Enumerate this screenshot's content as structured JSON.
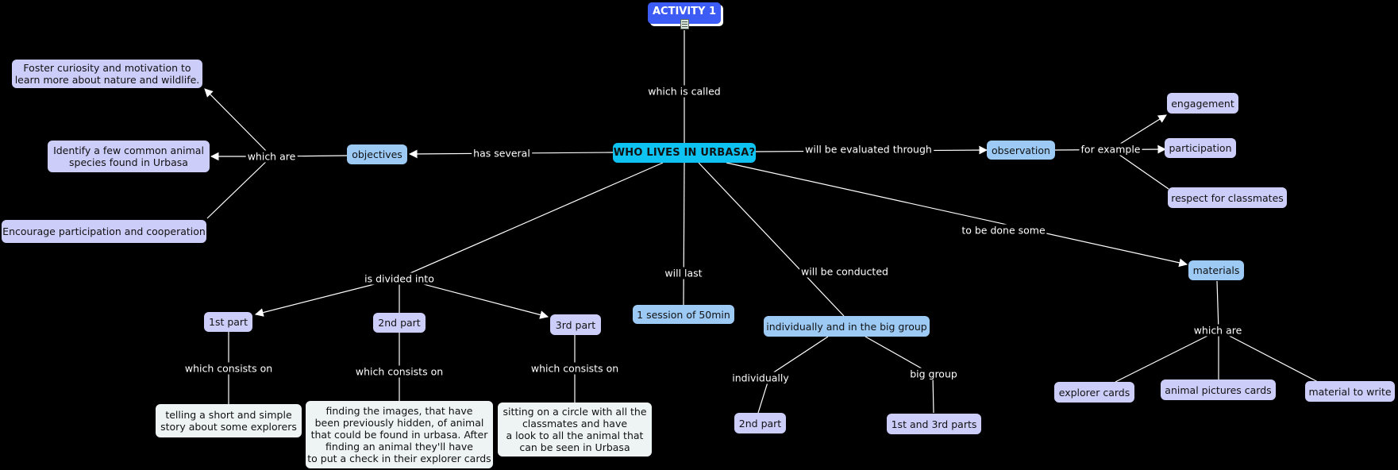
{
  "title": "ACTIVITY 1",
  "nodes": {
    "central": "WHO LIVES IN URBASA?",
    "objectives": "objectives",
    "obj1": "Foster curiosity and motivation to\nlearn more about nature and wildlife.",
    "obj2": "Identify a few common animal\nspecies found in Urbasa",
    "obj3": "Encourage participation and cooperation",
    "observation": "observation",
    "engagement": "engagement",
    "participation": "participation",
    "respect": "respect for classmates",
    "materials": "materials",
    "explorer_cards": "explorer cards",
    "animal_pictures": "animal pictures cards",
    "material_write": "material to write",
    "session": "1 session of 50min",
    "grouping": "individually and in the big group",
    "second_part_b": "2nd part",
    "first_third": "1st and 3rd parts",
    "part1": "1st part",
    "part2": "2nd part",
    "part3": "3rd part",
    "part1_desc": "telling a short and simple\nstory about some explorers",
    "part2_desc": "finding the images, that have\nbeen previously hidden, of animal\nthat could be found in urbasa. After\nfinding an animal they'll have\nto put a check in their explorer cards",
    "part3_desc": "sitting on a circle with all the\nclassmates and have\na look to all the animal that\ncan be seen in Urbasa"
  },
  "links": {
    "which_is_called": "which is called",
    "has_several": "has several",
    "which_are": "which are",
    "will_be_evaluated": "will be evaluated through",
    "for_example": "for example",
    "to_be_done_some": "to be done some",
    "which_are_materials": "which are",
    "will_last": "will last",
    "will_be_conducted": "will be conducted",
    "individually": "individually",
    "big_group": "big group",
    "is_divided_into": "is divided into",
    "consists1": "which consists on",
    "consists2": "which consists on",
    "consists3": "which consists on"
  },
  "colors": {
    "central": "#0ec2f2",
    "concept_blue": "#9ccaf5",
    "concept_lavender": "#cdcdfa",
    "description": "#eef4f4",
    "title": "#3d5cf5",
    "background": "#000000",
    "line": "#ffffff"
  }
}
